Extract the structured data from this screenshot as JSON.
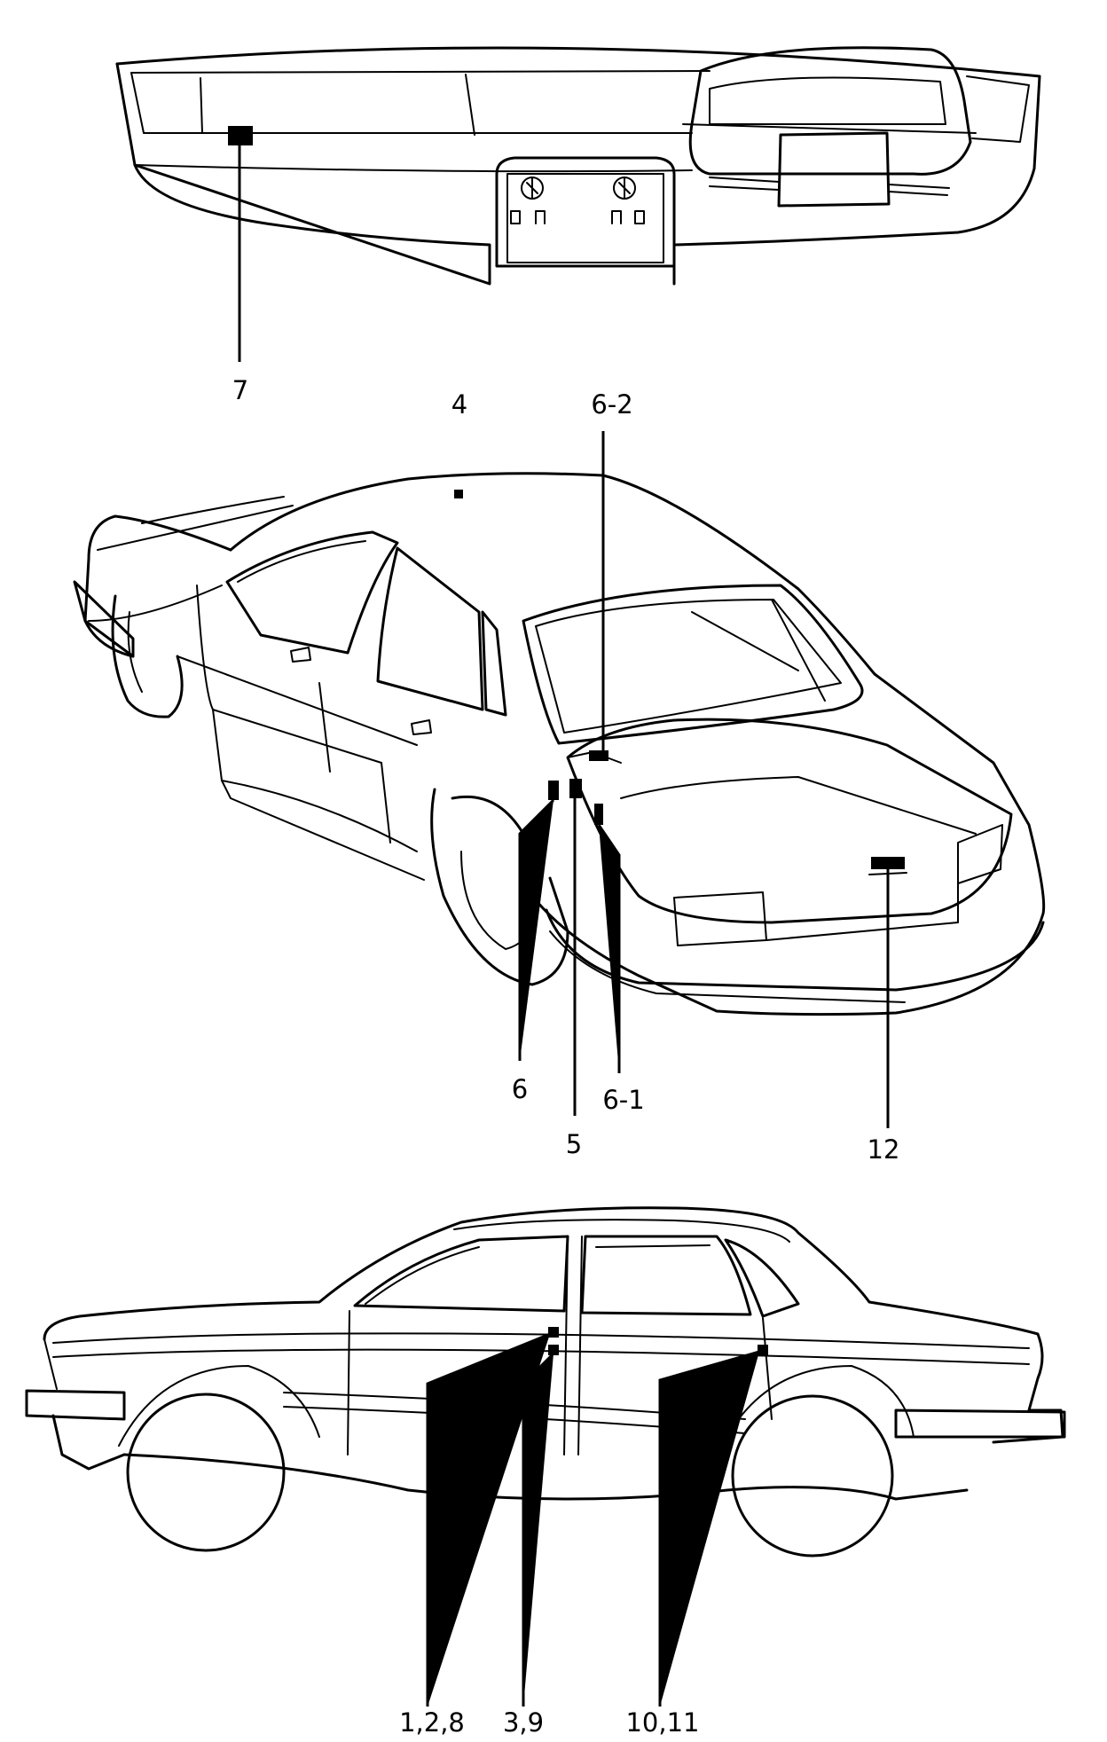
{
  "callouts": {
    "dash_label": "7",
    "roof_label": "4",
    "label_6_2": "6-2",
    "label_6": "6",
    "label_5": "5",
    "label_6_1": "6-1",
    "label_12": "12",
    "label_1_2_8": "1,2,8",
    "label_3_9": "3,9",
    "label_10_11": "10,11"
  }
}
